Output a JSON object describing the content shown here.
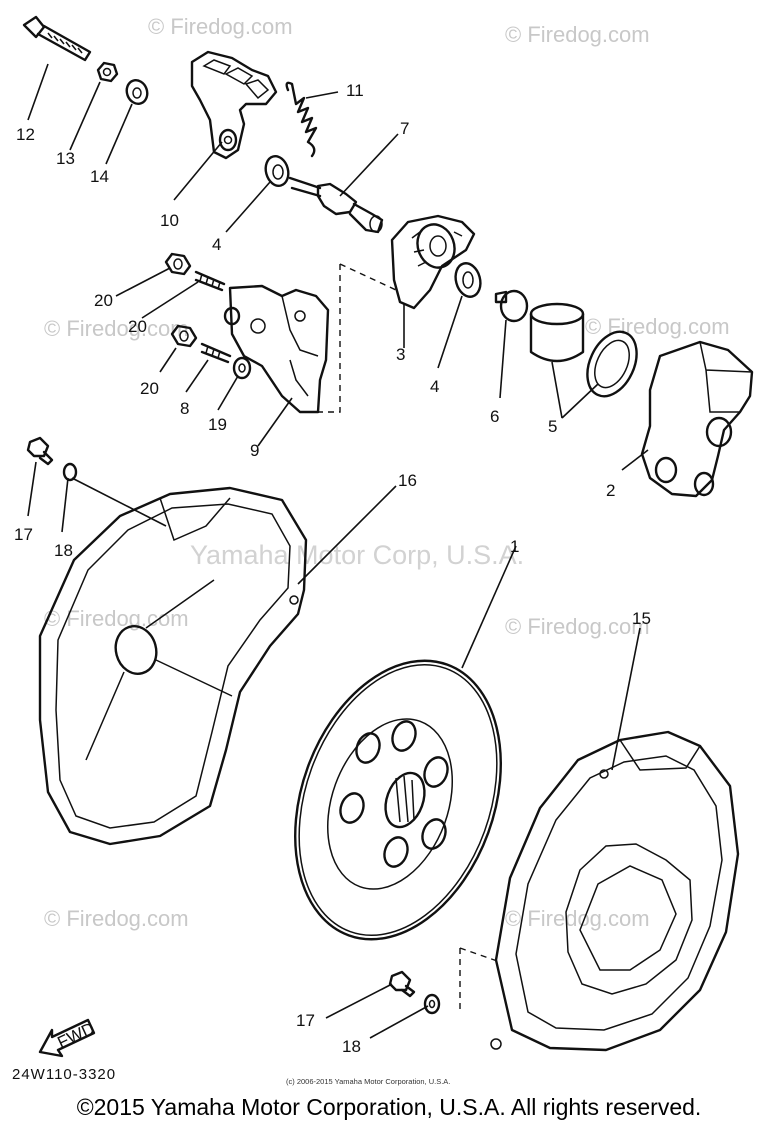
{
  "watermarks": [
    "© Firedog.com",
    "© Firedog.com",
    "© Firedog.com",
    "© Firedog.com",
    "© Firedog.com",
    "© Firedog.com",
    "© Firedog.com",
    "© Firedog.com"
  ],
  "center_watermark": "Yamaha Motor Corp, U.S.A.",
  "callouts": [
    "1",
    "2",
    "3",
    "4",
    "4",
    "5",
    "6",
    "7",
    "8",
    "9",
    "10",
    "11",
    "12",
    "13",
    "14",
    "15",
    "16",
    "17",
    "17",
    "18",
    "18",
    "19",
    "20",
    "20",
    "20"
  ],
  "fwd_label": "FWD",
  "diagram_code": "24W110-3320",
  "small_copyright": "(c) 2006-2015 Yamaha Motor Corporation, U.S.A.",
  "copyright": "©2015 Yamaha Motor Corporation, U.S.A. All rights reserved."
}
